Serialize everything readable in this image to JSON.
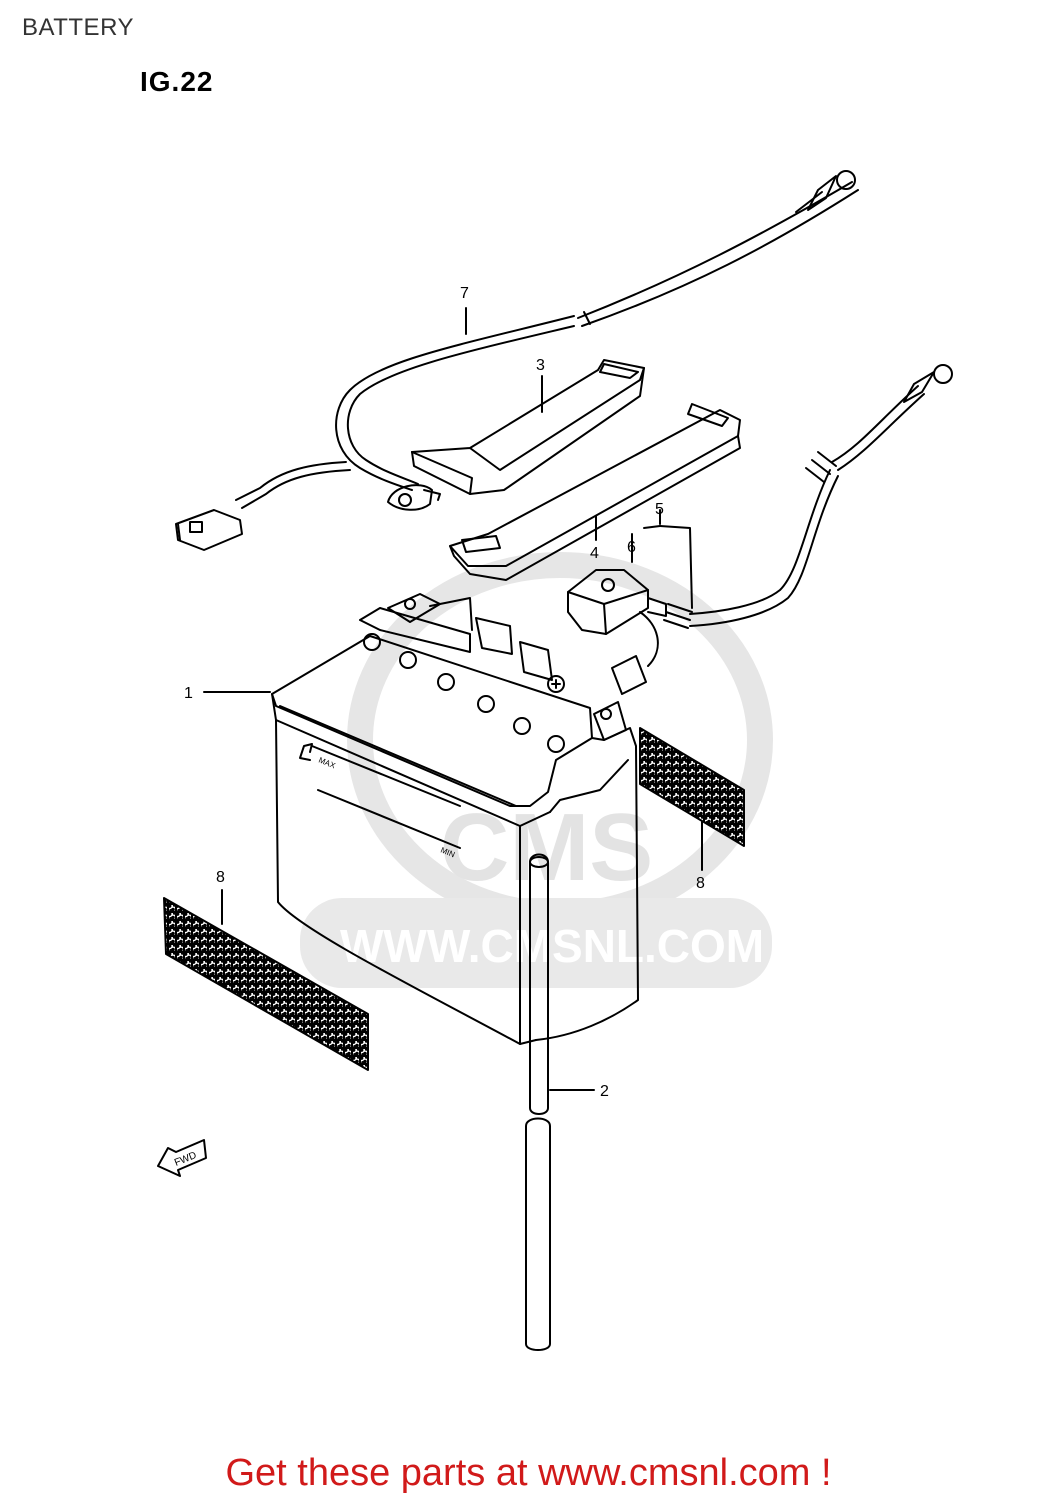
{
  "header": {
    "title": "BATTERY",
    "figure": "IG.22"
  },
  "callouts": {
    "c1": "1",
    "c2": "2",
    "c3": "3",
    "c4": "4",
    "c5": "5",
    "c6": "6",
    "c7": "7",
    "c8a": "8",
    "c8b": "8"
  },
  "marks": {
    "fwd": "FWD",
    "max": "MAX",
    "min": "MIN"
  },
  "watermark": {
    "logo": "CMS",
    "url": "WWW.CMSNL.COM"
  },
  "footer": {
    "cta": "Get these parts at www.cmsnl.com !"
  },
  "colors": {
    "cta": "#d11a1a",
    "watermark": "#e6e6e6",
    "line": "#000000"
  }
}
